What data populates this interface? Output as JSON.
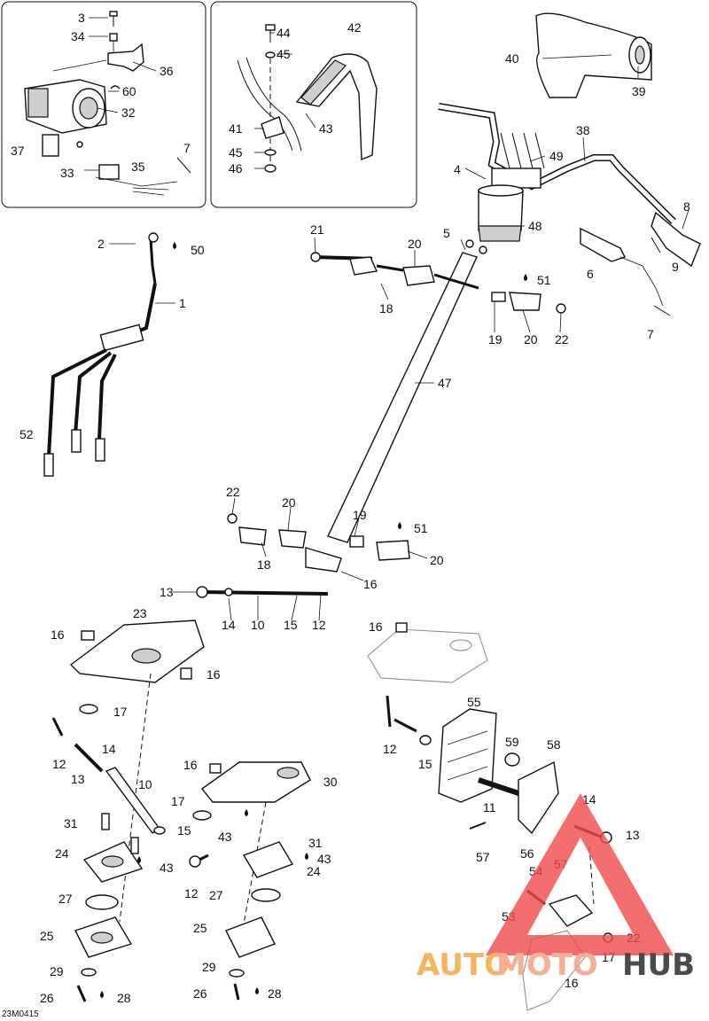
{
  "diagram": {
    "code": "23M0415",
    "watermark": {
      "part1": "AUTO",
      "part2": "MOTO",
      "part3": "HUB",
      "color1": "#f2a33a",
      "color2": "#f39a7e",
      "color3": "#1f1f1f",
      "triangle": "#f04a4a"
    },
    "labels": {
      "l1": "1",
      "l2": "2",
      "l3": "3",
      "l4": "4",
      "l5": "5",
      "l6": "6",
      "l7a": "7",
      "l7b": "7",
      "l8": "8",
      "l9": "9",
      "l10a": "10",
      "l10b": "10",
      "l11": "11",
      "l12a": "12",
      "l12b": "12",
      "l12c": "12",
      "l12d": "12",
      "l13a": "13",
      "l13b": "13",
      "l13c": "13",
      "l14a": "14",
      "l14b": "14",
      "l14c": "14",
      "l15a": "15",
      "l15b": "15",
      "l15c": "15",
      "l16a": "16",
      "l16b": "16",
      "l16c": "16",
      "l16d": "16",
      "l16e": "16",
      "l16f": "16",
      "l17a": "17",
      "l17b": "17",
      "l17c": "17",
      "l18a": "18",
      "l18b": "18",
      "l19a": "19",
      "l19b": "19",
      "l20a": "20",
      "l20b": "20",
      "l20c": "20",
      "l20d": "20",
      "l21": "21",
      "l22a": "22",
      "l22b": "22",
      "l22c": "22",
      "l23": "23",
      "l24a": "24",
      "l24b": "24",
      "l25a": "25",
      "l25b": "25",
      "l26a": "26",
      "l26b": "26",
      "l27a": "27",
      "l27b": "27",
      "l28a": "28",
      "l28b": "28",
      "l29a": "29",
      "l29b": "29",
      "l30": "30",
      "l31a": "31",
      "l31b": "31",
      "l32": "32",
      "l33": "33",
      "l34": "34",
      "l35": "35",
      "l36": "36",
      "l37": "37",
      "l38": "38",
      "l39": "39",
      "l40": "40",
      "l41": "41",
      "l42": "42",
      "l43a": "43",
      "l43b": "43",
      "l43c": "43",
      "l43d": "43",
      "l44": "44",
      "l45a": "45",
      "l45b": "45",
      "l46": "46",
      "l47": "47",
      "l48": "48",
      "l49": "49",
      "l50": "50",
      "l51a": "51",
      "l51b": "51",
      "l52": "52",
      "l53": "53",
      "l54": "54",
      "l55": "55",
      "l56": "56",
      "l57a": "57",
      "l57b": "57",
      "l58": "58",
      "l59": "59",
      "l60": "60"
    }
  }
}
